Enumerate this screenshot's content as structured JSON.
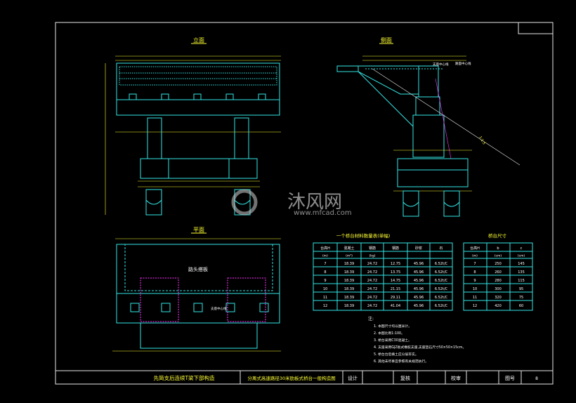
{
  "views": {
    "elevation": "立面",
    "side": "侧面",
    "plan": "平面"
  },
  "labels": {
    "abutment_back_wall": "路头搭板",
    "support_center": "支座中心线",
    "road_center": "路面中心线"
  },
  "watermark": {
    "brand_cn": "沐风网",
    "brand_url": "www.mfcad.com"
  },
  "material_table": {
    "title": "一个桥台材料数量表(单幅)",
    "headers": [
      "台高H",
      "混凝土",
      "钢筋",
      "钢筋",
      "砂浆",
      "石"
    ],
    "units": [
      "(m)",
      "(m³)",
      "(kg)",
      "",
      "",
      ""
    ],
    "rows": [
      [
        "7",
        "18.39",
        "24.72",
        "12.75",
        "45.96",
        "6.52t/C"
      ],
      [
        "8",
        "18.39",
        "24.72",
        "13.75",
        "45.96",
        "6.52t/C"
      ],
      [
        "9",
        "18.39",
        "24.72",
        "14.75",
        "45.96",
        "6.52t/C"
      ],
      [
        "10",
        "18.39",
        "24.72",
        "21.15",
        "45.96",
        "6.52t/C"
      ],
      [
        "11",
        "18.39",
        "24.72",
        "29.11",
        "45.96",
        "6.52t/C"
      ],
      [
        "12",
        "18.39",
        "24.72",
        "41.04",
        "45.96",
        "6.52t/C"
      ]
    ]
  },
  "size_table": {
    "title": "桥台尺寸",
    "headers": [
      "台高H",
      "b",
      "c"
    ],
    "units": [
      "(m)",
      "(cm)",
      "(cm)"
    ],
    "rows": [
      [
        "7",
        "250",
        "145"
      ],
      [
        "8",
        "260",
        "135"
      ],
      [
        "9",
        "280",
        "115"
      ],
      [
        "10",
        "300",
        "95"
      ],
      [
        "11",
        "320",
        "75"
      ],
      [
        "12",
        "420",
        "60"
      ]
    ]
  },
  "notes": {
    "title": "注:",
    "items": [
      "1. 本图尺寸均以厘米计。",
      "2. 本图比例1:100。",
      "3. 桥台采用C30混凝土。",
      "4. 支座采用GJZ板式橡胶支座,支座垫石尺寸50×50×15cm。",
      "5. 桥台台后填土应分层夯实。",
      "6. 其他未尽事宜参照有关规范执行。"
    ]
  },
  "title_block": {
    "project": "先简支后连续T梁下部构造",
    "drawing": "分离式高速路径30米肋板式桥台一般构造图",
    "design_label": "设计",
    "review_label": "复核",
    "check_label": "校审",
    "sheet_label": "图号",
    "sheet_no": "8"
  },
  "colors": {
    "frame": "#e8e8e8",
    "cyan": "#33e6e6",
    "yellow": "#ffff33",
    "magenta": "#ff33ff"
  }
}
